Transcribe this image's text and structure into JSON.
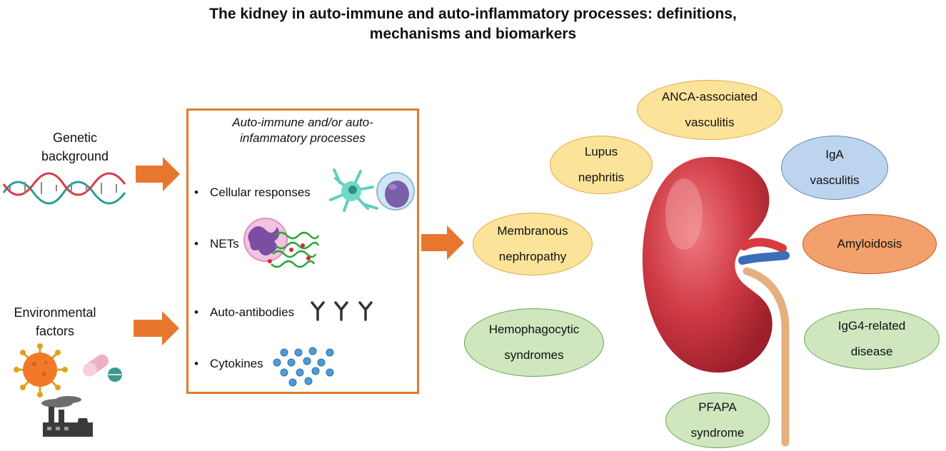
{
  "title": {
    "line1": "The kidney in auto-immune and auto-inflammatory processes: definitions,",
    "line2": "mechanisms and biomarkers"
  },
  "inputs": {
    "genetic": {
      "line1": "Genetic",
      "line2": "background"
    },
    "environmental": {
      "line1": "Environmental",
      "line2": "factors"
    }
  },
  "process_box": {
    "heading_line1": "Auto-immune and/or auto-",
    "heading_line2": "infammatory processes",
    "bullet": "•",
    "items": [
      {
        "label": "Cellular responses"
      },
      {
        "label": "NETs"
      },
      {
        "label": "Auto-antibodies"
      },
      {
        "label": "Cytokines"
      }
    ]
  },
  "diseases": [
    {
      "line1": "ANCA-associated",
      "line2": "vasculitis",
      "color": "yellow"
    },
    {
      "line1": "Lupus",
      "line2": "nephritis",
      "color": "yellow"
    },
    {
      "line1": "IgA",
      "line2": "vasculitis",
      "color": "blue"
    },
    {
      "line1": "Membranous",
      "line2": "nephropathy",
      "color": "yellow"
    },
    {
      "line1": "Amyloidosis",
      "line2": "",
      "color": "orange"
    },
    {
      "line1": "Hemophagocytic",
      "line2": "syndromes",
      "color": "green"
    },
    {
      "line1": "IgG4-related",
      "line2": "disease",
      "color": "green"
    },
    {
      "line1": "PFAPA",
      "line2": "syndrome",
      "color": "green"
    }
  ],
  "colors": {
    "arrow": "#e8772e",
    "box_border": "#e07b2e",
    "yellow_fill": "#fbe39a",
    "blue_fill": "#bcd4ee",
    "orange_fill": "#f2a16c",
    "green_fill": "#cfe6bf",
    "kidney": "#c9323b"
  },
  "icons": [
    "dna-icon",
    "virus-icon",
    "pill-icon",
    "tablet-icon",
    "factory-icon",
    "dendritic-cell-icon",
    "lymphocyte-icon",
    "neutrophil-net-icon",
    "antibody-icon",
    "cytokine-dots-icon",
    "kidney-illustration"
  ]
}
